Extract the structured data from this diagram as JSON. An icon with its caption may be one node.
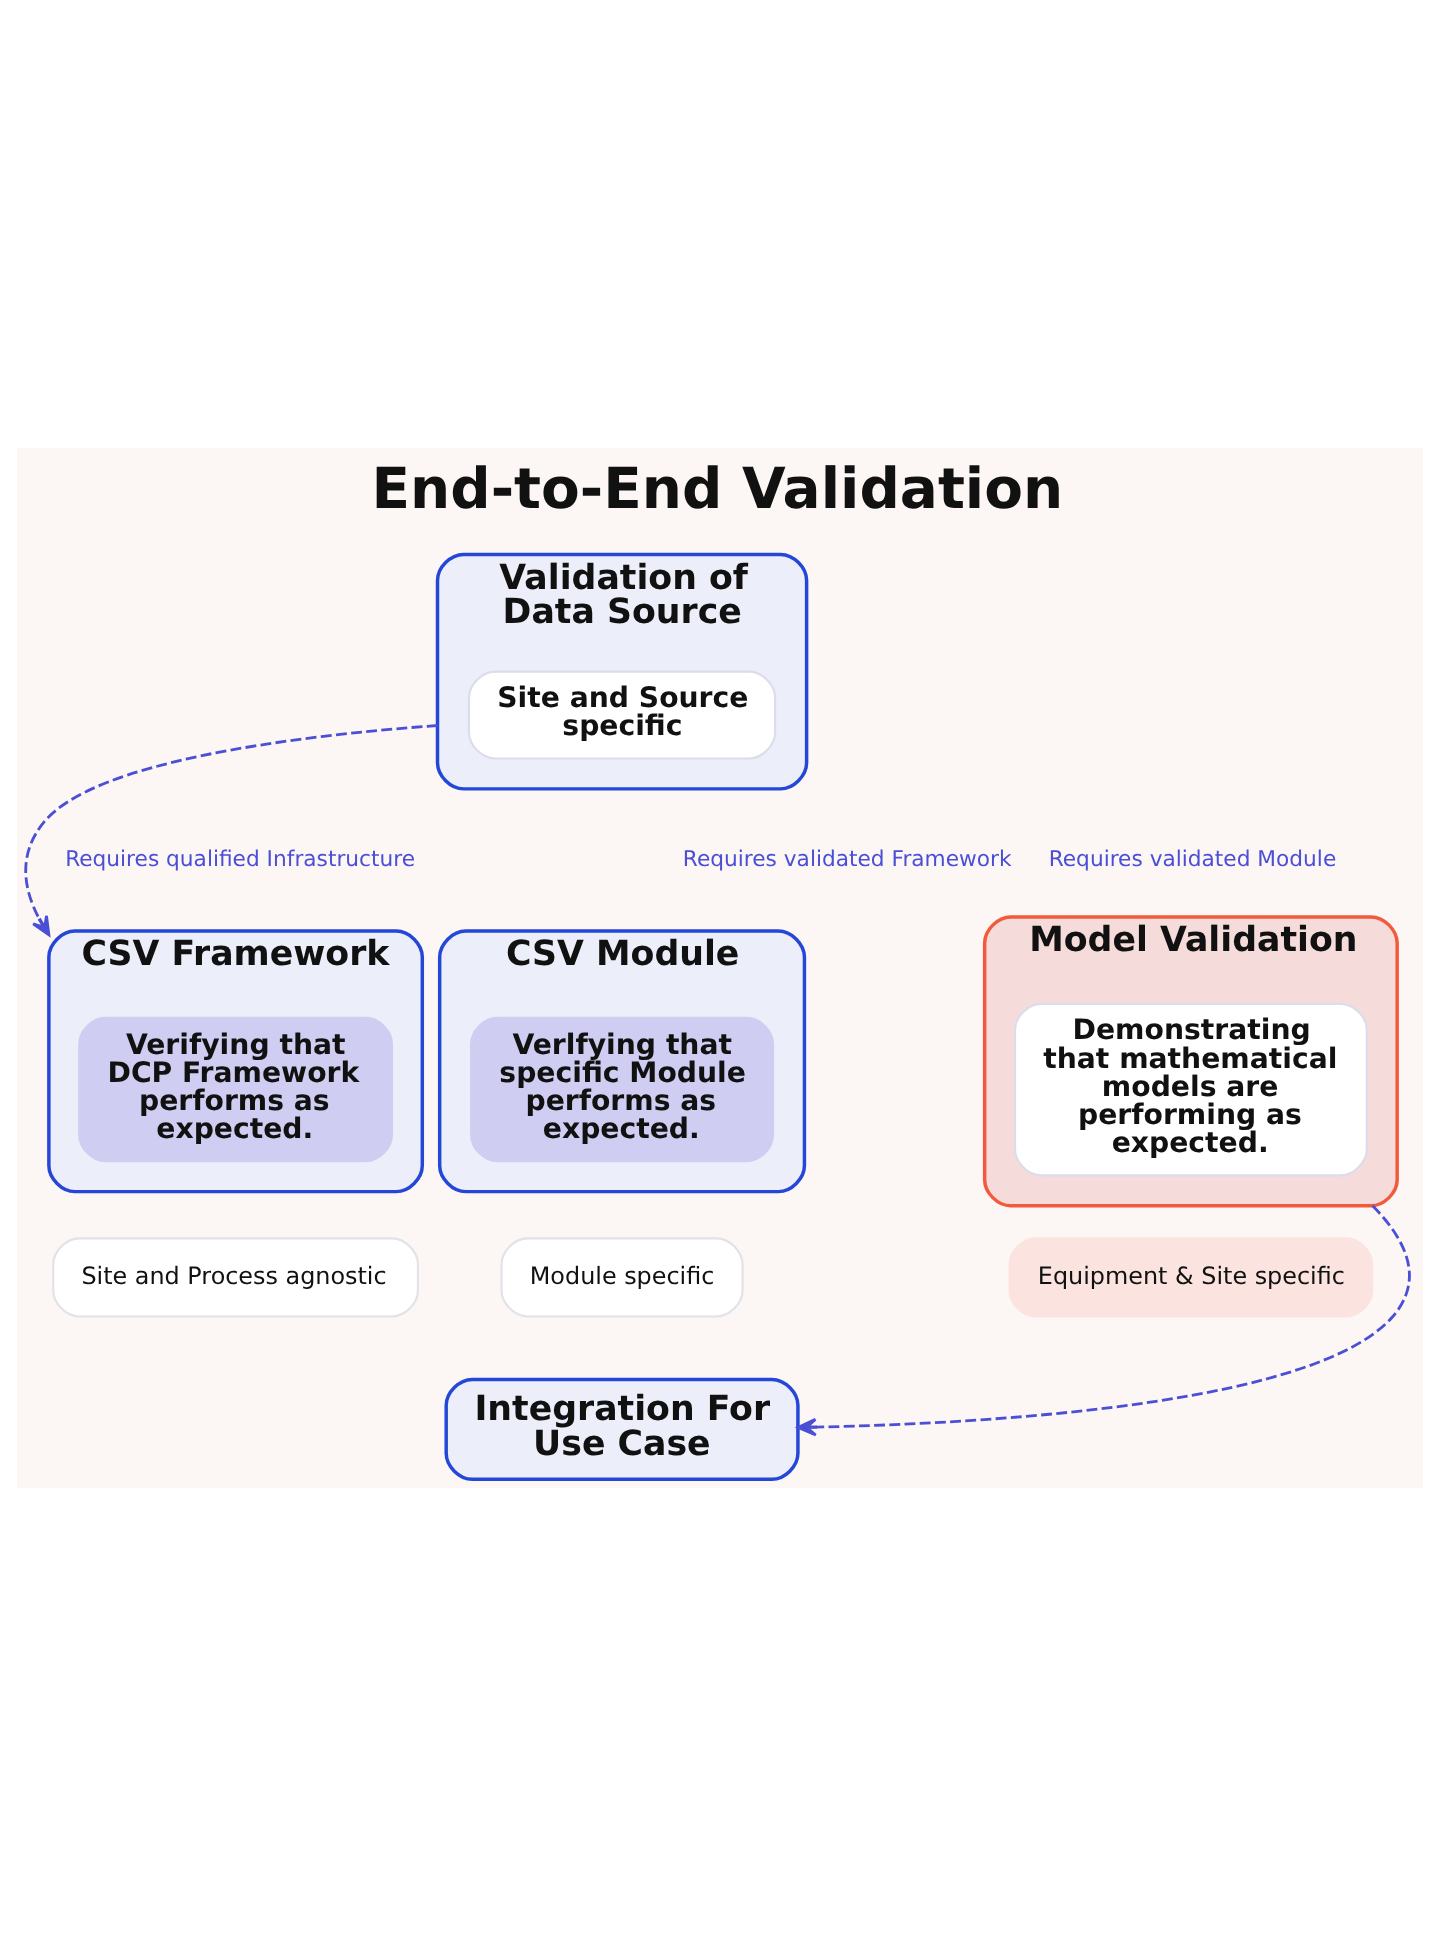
{
  "diagram": {
    "title": "End-to-End Validation",
    "nodes": [
      {
        "text": [
          "Validation of Data Source"
        ]
      },
      {
        "text": [
          "Site and Source specific"
        ],
        "in": 0
      },
      {
        "text": [
          "CSV Framework"
        ],
        "beside": [
          "Requires qualified Infrastructure"
        ]
      },
      {
        "text": [
          "Verifying that DCP Framework performs as expected."
        ],
        "in": 2
      },
      {
        "text": [
          "Site and Process agnostic"
        ]
      },
      {
        "text": [
          "CSV Module"
        ],
        "beside": [
          "Requires validated Framework"
        ]
      },
      {
        "text": [
          "Verlfying that specific Module performs as expected."
        ],
        "in": 5
      },
      {
        "text": [
          "Module specific"
        ]
      },
      {
        "text": [
          "Model Validation"
        ],
        "beside": [
          "Requires validated Module"
        ]
      },
      {
        "text": [
          "Demonstrating that mathematical models are performing as expected."
        ],
        "in": 8
      },
      {
        "text": [
          "Equipment & Site specific"
        ]
      },
      {
        "text": [
          "Integration For Use Case"
        ]
      }
    ],
    "edges": [
      {
        "from": 0,
        "to": 2,
        "arrow": "to",
        "style": "dashed"
      },
      {
        "from": 8,
        "to": 11,
        "arrow": "to",
        "style": "dashed"
      }
    ]
  }
}
